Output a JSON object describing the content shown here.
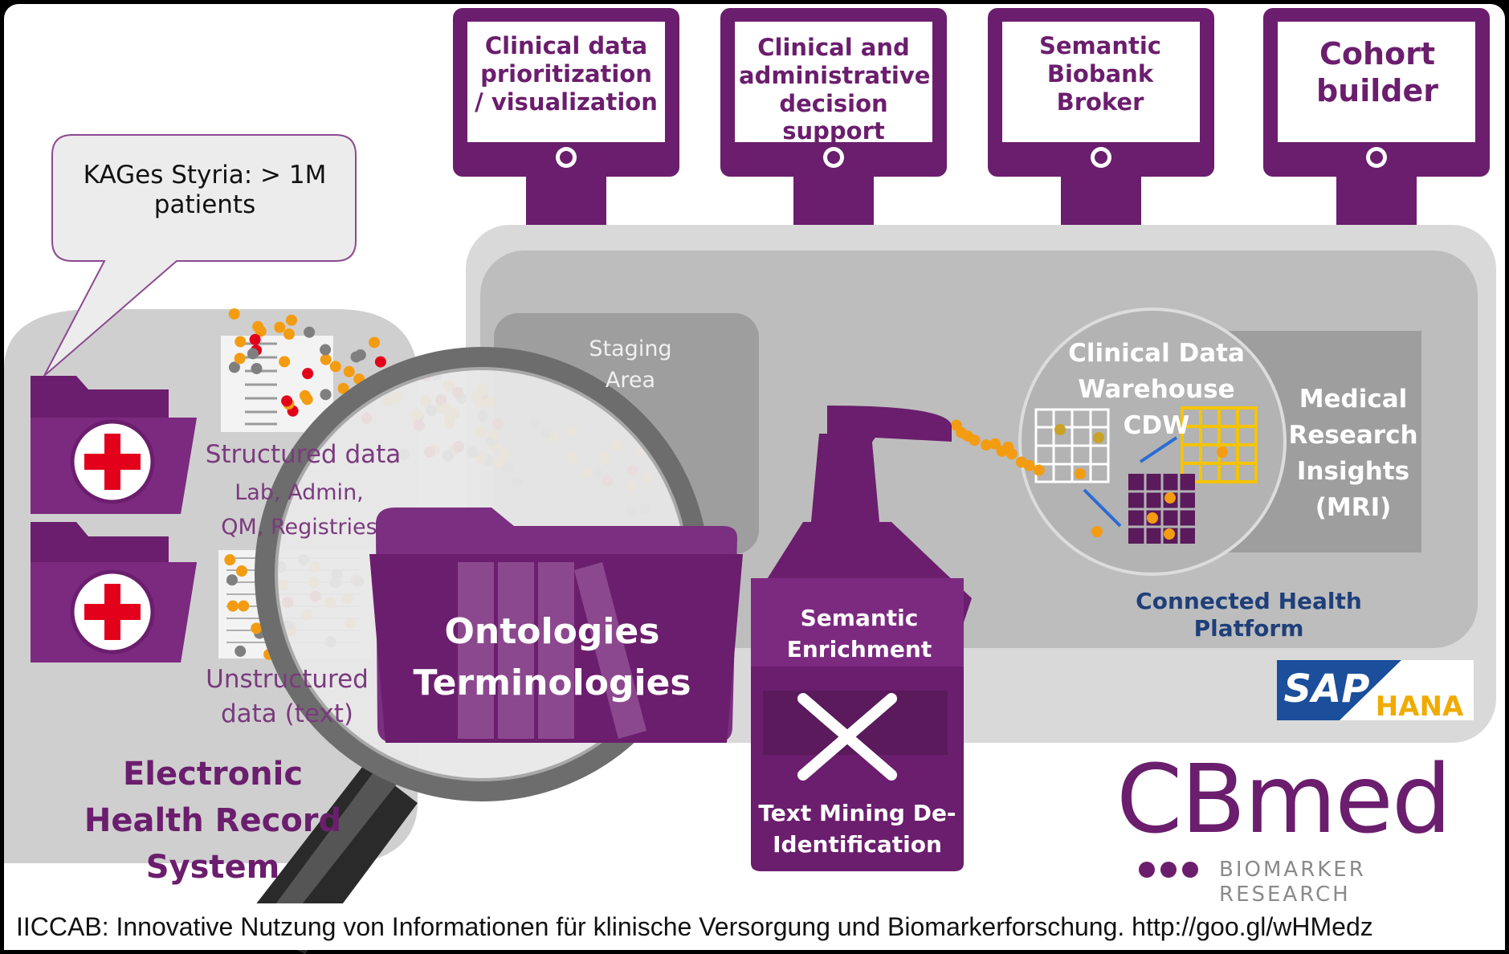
{
  "monitors": [
    {
      "label": "Clinical data prioritization / visualization"
    },
    {
      "label": "Clinical and administrative decision support"
    },
    {
      "label": "Semantic Biobank Broker"
    },
    {
      "label": "Cohort builder"
    }
  ],
  "callout": {
    "text": "KAGes Styria: > 1M patients"
  },
  "sources": {
    "structured_title": "Structured data",
    "structured_sub": "Lab, Admin, QM, Registries",
    "unstructured_title": "Unstructured data (text)",
    "ehr_title": "Electronic Health Record System"
  },
  "platform": {
    "staging": "Staging Area",
    "cdw": "Clinical Data Warehouse CDW",
    "mri": "Medical Research Insights (MRI)",
    "name": "Connected Health Platform"
  },
  "magnifier": {
    "line1": "Ontologies",
    "line2": "Terminologies"
  },
  "pipeline": {
    "enrichment": "Semantic Enrichment",
    "textmining": "Text Mining De-Identification"
  },
  "sap": {
    "brand": "SAP",
    "product": "HANA"
  },
  "logo": {
    "word": "CBmed",
    "tagline": "BIOMARKER RESEARCH"
  },
  "footer": {
    "text": "IICCAB: Innovative Nutzung von Informationen für klinische Versorgung und Biomarkerforschung. http://goo.gl/wHMedz"
  },
  "colors": {
    "purple": "#6b1e6d",
    "grey_panel": "#c9c9c9",
    "dot_orange": "#f39c12",
    "dot_grey": "#7f7f7f",
    "dot_red": "#e3001b",
    "link_blue": "#1f3f7a",
    "sap_blue": "#1b4e9b",
    "hana_gold": "#f0ab00"
  }
}
